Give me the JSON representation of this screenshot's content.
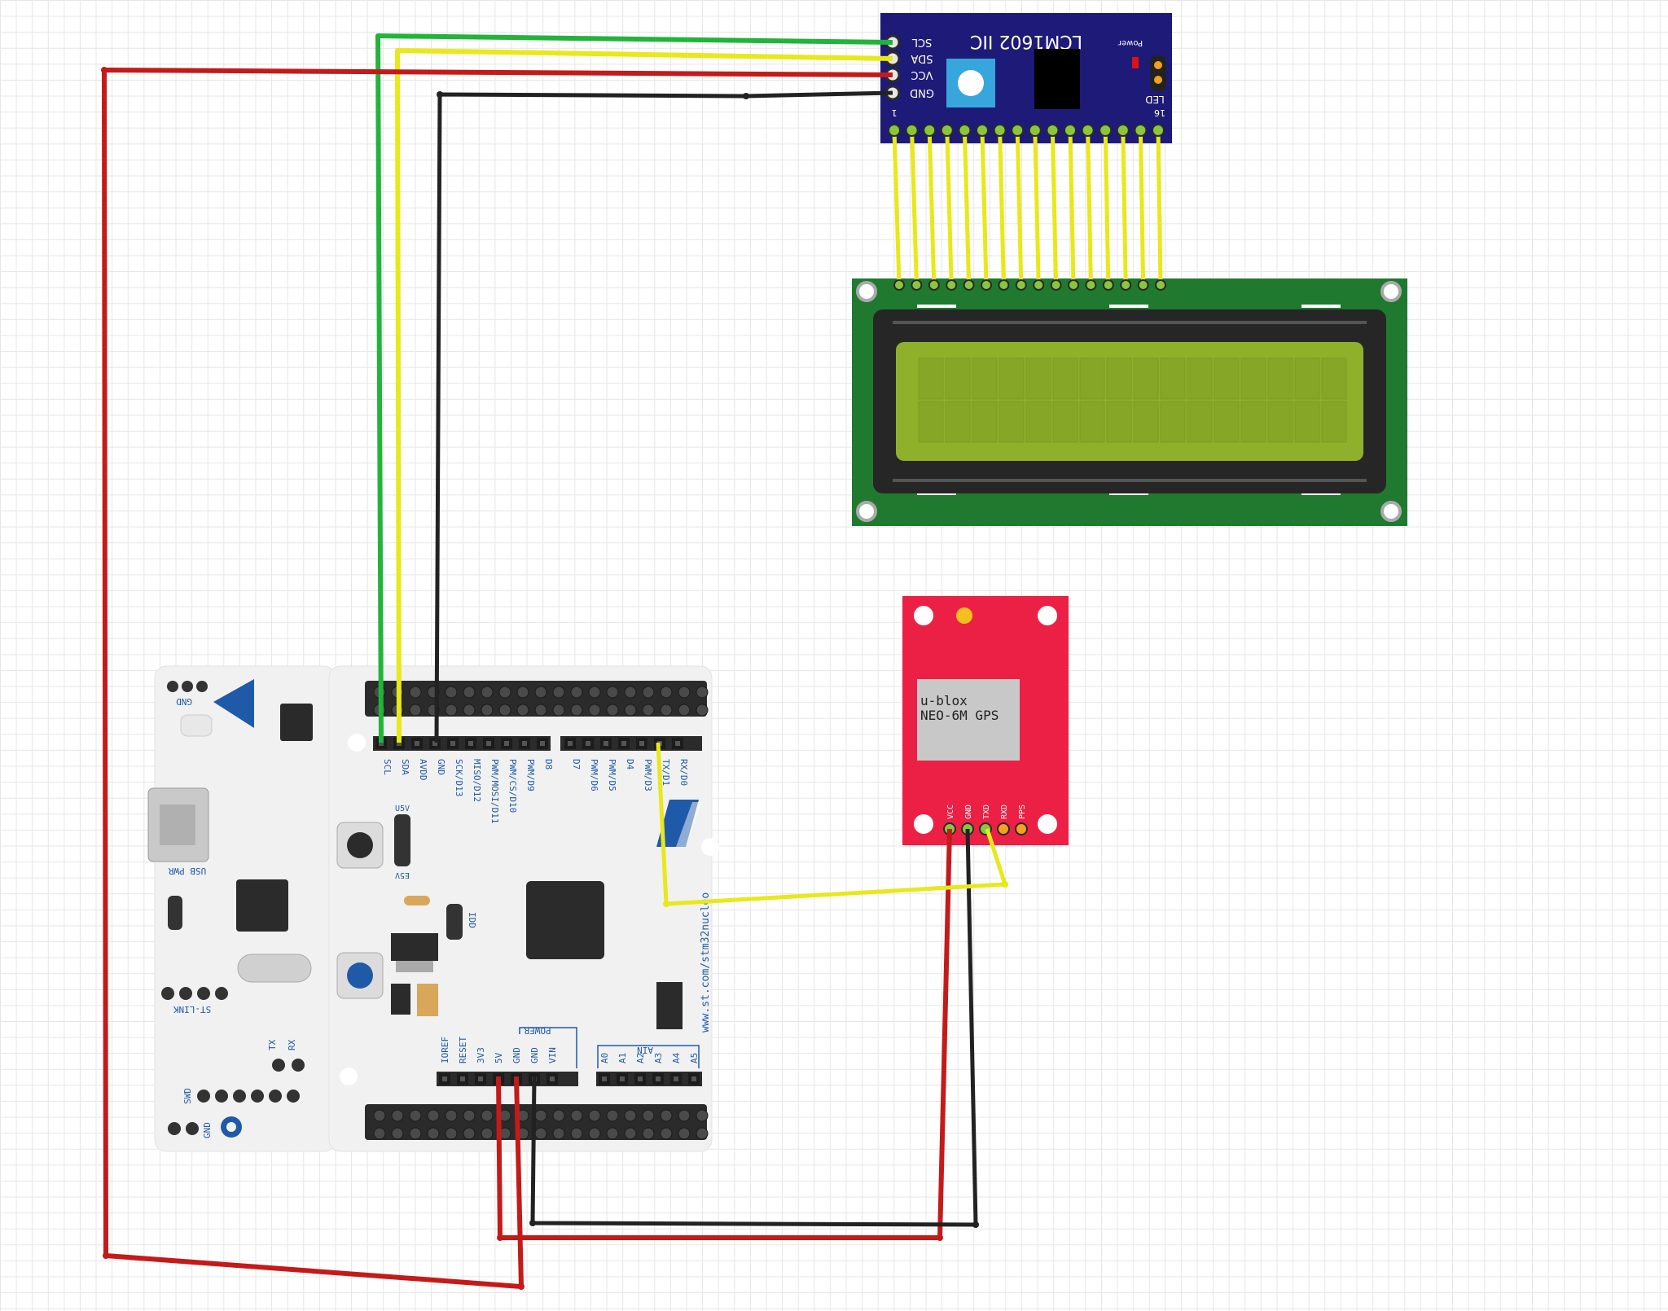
{
  "i2c_module": {
    "title": "LCM1602 IIC",
    "pins": [
      "SCL",
      "SDA",
      "VCC",
      "GND"
    ],
    "power_label": "Power",
    "led_label": "LED",
    "pin1_label": "1",
    "pin16_label": "16"
  },
  "lcd": {
    "columns": 16,
    "rows": 2
  },
  "gps": {
    "chip_line1": "u-blox",
    "chip_line2": "NEO-6M GPS",
    "pins": [
      "VCC",
      "GND",
      "TXD",
      "RXD",
      "PPS"
    ]
  },
  "nucleo": {
    "top_header_pins": [
      "SCL",
      "SDA",
      "AVDD",
      "GND",
      "SCK/D13",
      "MISO/D12",
      "PWM/MOSI/D11",
      "PWM/CS/D10",
      "PWM/D9",
      "D8"
    ],
    "top_header2_pins": [
      "D7",
      "PWM/D6",
      "PWM/D5",
      "D4",
      "PWM/D3",
      "TX/D1",
      "RX/D0"
    ],
    "power_pins": [
      "IOREF",
      "RESET",
      "3V3",
      "5V",
      "GND",
      "GND",
      "VIN"
    ],
    "analog_pins": [
      "A0",
      "A1",
      "A2",
      "A3",
      "A4",
      "A5"
    ],
    "power_group": "POWER",
    "analog_group": "AIN",
    "url": "www.st.com/stm32nucleo",
    "st_link": "ST-LINK",
    "gnd": "GND",
    "usb_pwr": "USB PWR",
    "u5v": "U5V",
    "e5v": "E5V",
    "idd": "IDD",
    "tx": "TX",
    "rx": "RX",
    "swd": "SWD",
    "gnd2": "GND"
  },
  "wires": {
    "scl": "#22b43a",
    "sda": "#e8e81a",
    "vcc": "#c41a1a",
    "gnd": "#222222",
    "lcd_bus": "#e8e81a"
  }
}
